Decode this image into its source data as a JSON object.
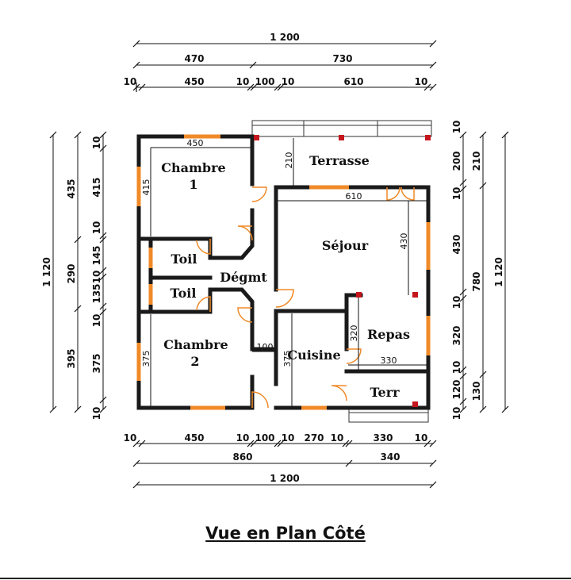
{
  "title": "Vue en Plan Côté",
  "rooms": {
    "chambre1": "Chambre",
    "chambre1_num": "1",
    "toil1": "Toil",
    "toil2": "Toil",
    "degmt": "Dégmt",
    "chambre2": "Chambre",
    "chambre2_num": "2",
    "terrasse": "Terrasse",
    "sejour": "Séjour",
    "cuisine": "Cuisine",
    "repas": "Repas",
    "terr": "Terr"
  },
  "top_dims": {
    "total": "1 200",
    "parts": [
      "470",
      "730"
    ],
    "detail": [
      "10",
      "450",
      "10",
      "100",
      "10",
      "610",
      "10"
    ]
  },
  "bottom_dims": {
    "detail": [
      "10",
      "450",
      "10",
      "100",
      "10",
      "270",
      "10",
      "330",
      "10"
    ],
    "parts": [
      "860",
      "340"
    ],
    "total": "1 200"
  },
  "left_dims": {
    "total": "1 120",
    "parts": [
      "435",
      "290",
      "395"
    ],
    "detail": [
      "10",
      "415",
      "10",
      "145",
      "10",
      "135",
      "10",
      "375",
      "10"
    ]
  },
  "right_dims": {
    "total": "1 120",
    "parts": [
      "210",
      "780",
      "130"
    ],
    "detail": [
      "10",
      "200",
      "10",
      "430",
      "10",
      "320",
      "10",
      "120",
      "10"
    ]
  },
  "inner_dims": {
    "ch1_width": "450",
    "ch1_height": "415",
    "terrasse_depth": "210",
    "sejour_width": "610",
    "sejour_depth": "430",
    "degmt_width": "100",
    "ch2_height": "375",
    "cuisine_height": "375",
    "repas_height": "320",
    "repas_width": "330"
  }
}
